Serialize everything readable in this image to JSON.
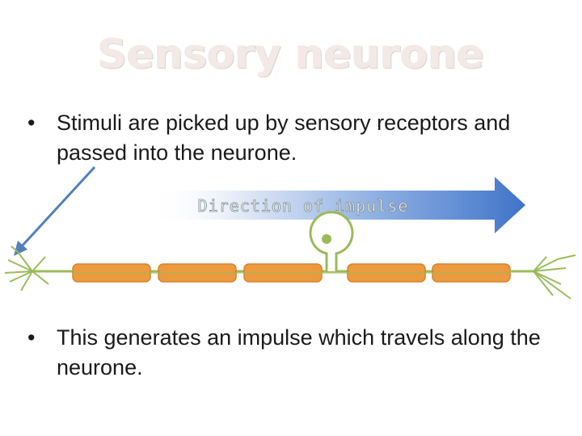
{
  "slide": {
    "title": "Sensory neurone",
    "bullets": [
      "Stimuli are picked up by sensory receptors and passed into the neurone.",
      "This generates an impulse which travels along the neurone."
    ],
    "bullet_glyph": "•"
  },
  "diagram": {
    "arrow_label": "Direction of impulse",
    "colors": {
      "axon_green": "#9bbb59",
      "myelin_orange": "#e8913a",
      "arrow_blue": "#4a7ccc",
      "pointer_blue": "#4f81bd"
    }
  }
}
